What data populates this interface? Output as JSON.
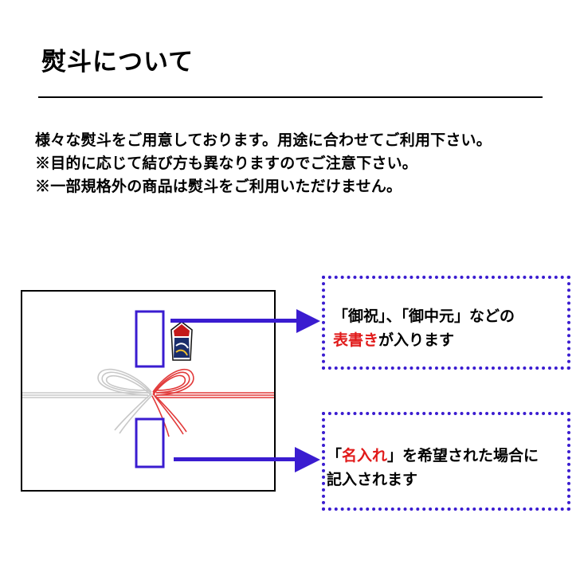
{
  "page": {
    "title": "熨斗について"
  },
  "intro": {
    "lines": [
      "様々な熨斗をご用意しております。用途に合わせてご利用下さい。",
      "※目的に応じて結び方も異なりますのでご注意下さい。",
      "※一部規格外の商品は熨斗をご利用いただけません。"
    ]
  },
  "callouts": {
    "omotegaki": {
      "line1": "「御祝」、「御中元」などの",
      "highlight": "表書き",
      "line2_rest": "が入ります"
    },
    "naire": {
      "open_bracket": "「",
      "highlight": "名入れ",
      "line1_rest": "」を希望された場合に",
      "line2": "記入されます"
    }
  },
  "colors": {
    "arrow": "#3a1cd0",
    "highlight": "#e11a1a",
    "ribbon_red": "#e23a3a",
    "ribbon_gray": "#c8c8c8"
  },
  "icons": {
    "noshi_ornament": "noshi-icon",
    "arrow": "arrow-right-icon"
  }
}
